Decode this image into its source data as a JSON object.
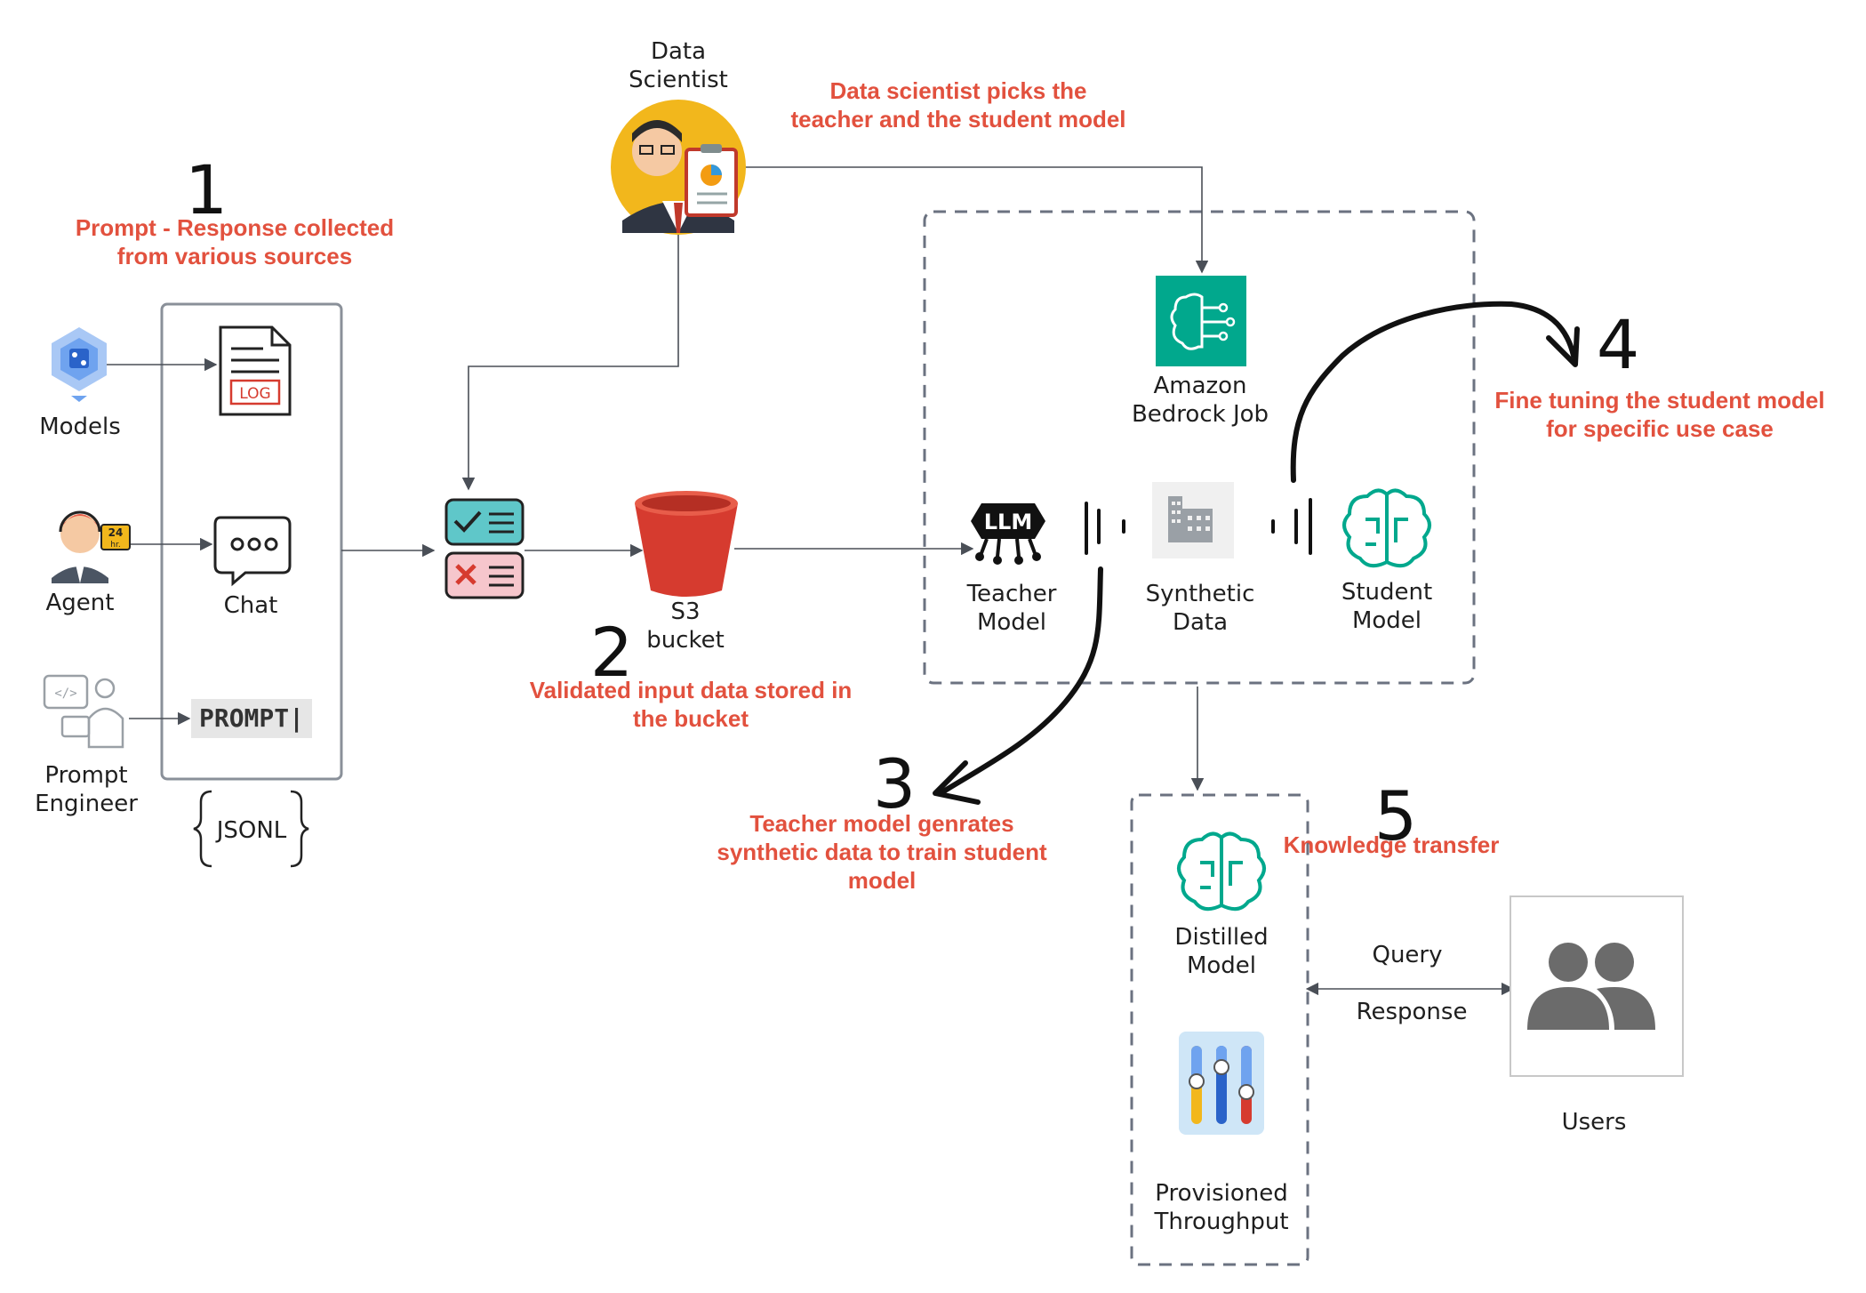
{
  "actors": {
    "data_scientist": [
      "Data",
      "Scientist"
    ],
    "models": "Models",
    "agent": "Agent",
    "agent_badge": [
      "24",
      "hr."
    ],
    "prompt_engineer": [
      "Prompt",
      "Engineer"
    ]
  },
  "sources": {
    "log_badge": "LOG",
    "chat": "Chat",
    "prompt_tag": "PROMPT|",
    "format": "JSONL"
  },
  "storage": {
    "s3": [
      "S3",
      "bucket"
    ]
  },
  "bedrock": {
    "job": [
      "Amazon",
      "Bedrock Job"
    ],
    "teacher": [
      "Teacher",
      "Model"
    ],
    "llm_badge": "LLM",
    "synthetic": [
      "Synthetic",
      "Data"
    ],
    "student": [
      "Student",
      "Model"
    ]
  },
  "deployment": {
    "distilled": [
      "Distilled",
      "Model"
    ],
    "throughput": [
      "Provisioned",
      "Throughput"
    ]
  },
  "users": {
    "label": "Users",
    "query": "Query",
    "response": "Response"
  },
  "steps": {
    "step1": {
      "number": "1",
      "text": [
        "Prompt - Response collected",
        "from various sources"
      ]
    },
    "step2": {
      "number": "2",
      "text": [
        "Validated input data stored in",
        "the bucket"
      ]
    },
    "step3": {
      "number": "3",
      "text": [
        "Teacher model genrates",
        "synthetic data to train student",
        "model"
      ]
    },
    "step4": {
      "number": "4",
      "text": [
        "Fine tuning the student model",
        "for specific use case"
      ]
    },
    "step5": {
      "number": "5",
      "text": [
        "Knowledge transfer"
      ]
    },
    "scientist_note": [
      "Data scientist picks the",
      "teacher and the student model"
    ]
  },
  "colors": {
    "annotation_red": "#e2513e",
    "bedrock_green": "#01a88d",
    "s3_red": "#d63b2f",
    "connector": "#4a4f57",
    "dashed_border": "#6b7280"
  }
}
